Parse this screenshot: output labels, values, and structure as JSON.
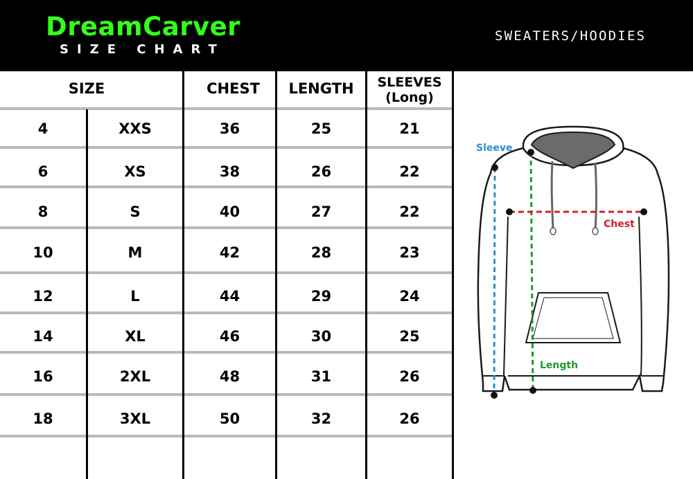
{
  "brand": {
    "name": "DreamCarver",
    "subtitle": "SIZE CHART",
    "color": "#33ff1a"
  },
  "category": "SWEATERS/HOODIES",
  "table": {
    "headers": {
      "size": "SIZE",
      "chest": "CHEST",
      "length": "LENGTH",
      "sleeves_line1": "SLEEVES",
      "sleeves_line2": "(Long)"
    },
    "rows": [
      {
        "num": "4",
        "letter": "XXS",
        "chest": "36",
        "length": "25",
        "sleeves": "21"
      },
      {
        "num": "6",
        "letter": "XS",
        "chest": "38",
        "length": "26",
        "sleeves": "22"
      },
      {
        "num": "8",
        "letter": "S",
        "chest": "40",
        "length": "27",
        "sleeves": "22"
      },
      {
        "num": "10",
        "letter": "M",
        "chest": "42",
        "length": "28",
        "sleeves": "23"
      },
      {
        "num": "12",
        "letter": "L",
        "chest": "44",
        "length": "29",
        "sleeves": "24"
      },
      {
        "num": "14",
        "letter": "XL",
        "chest": "46",
        "length": "30",
        "sleeves": "25"
      },
      {
        "num": "16",
        "letter": "2XL",
        "chest": "48",
        "length": "31",
        "sleeves": "26"
      },
      {
        "num": "18",
        "letter": "3XL",
        "chest": "50",
        "length": "32",
        "sleeves": "26"
      }
    ]
  },
  "diagram": {
    "sleeve_label": "Sleeve",
    "chest_label": "Chest",
    "length_label": "Length",
    "colors": {
      "sleeve": "#2b8fcf",
      "chest": "#d0202a",
      "length": "#1e9a2a",
      "hood_inner": "#6b6b6b"
    }
  }
}
